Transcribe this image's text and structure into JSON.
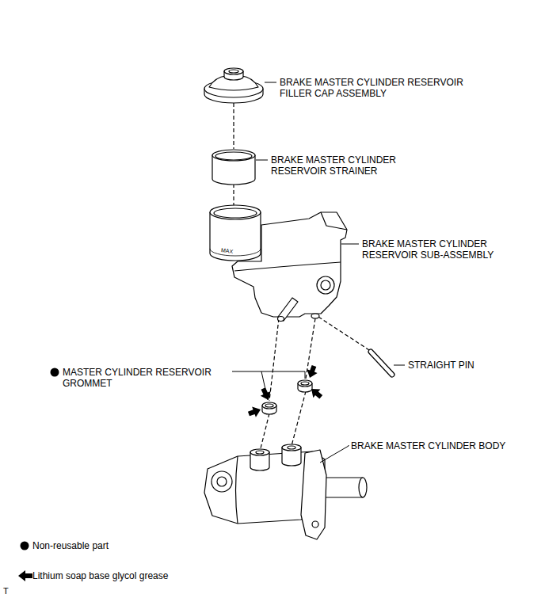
{
  "diagram": {
    "labels": [
      "BRAKE MASTER CYLINDER RESERVOIR FILLER CAP ASSEMBLY",
      "BRAKE MASTER CYLINDER RESERVOIR STRAINER",
      "BRAKE MASTER CYLINDER RESERVOIR SUB-ASSEMBLY",
      "MAX",
      "STRAIGHT PIN",
      "MASTER CYLINDER RESERVOIR GROMMET",
      "BRAKE MASTER CYLINDER BODY",
      "T"
    ],
    "legend": [
      {
        "text": "Non-reusable part"
      },
      {
        "text": "Lithium soap base glycol grease"
      }
    ]
  }
}
